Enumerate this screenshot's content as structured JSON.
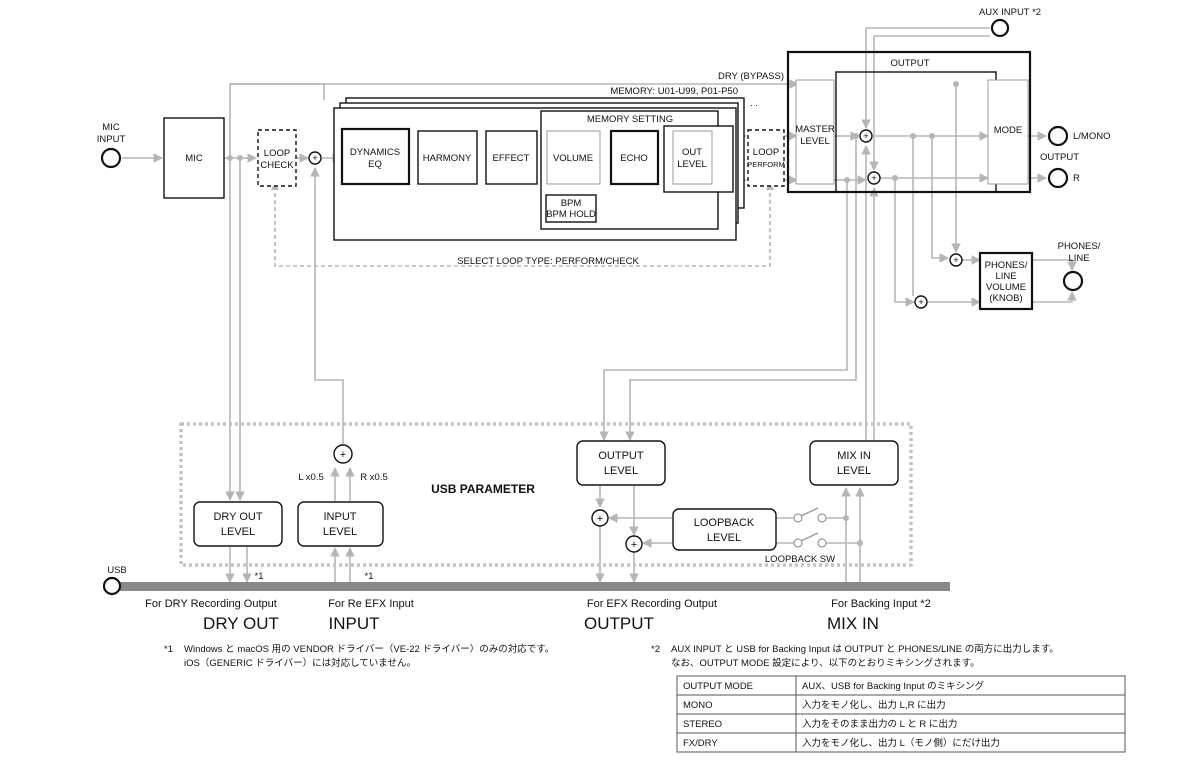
{
  "colors": {
    "signal_line": "#b5b5b5",
    "block_border": "#111111",
    "usb_bar": "#888888"
  },
  "labels": {
    "aux_input": "AUX INPUT *2",
    "output_top": "OUTPUT",
    "dry_bypass": "DRY (BYPASS)",
    "memory": "MEMORY: U01-U99, P01-P50",
    "memory_setting": "MEMORY SETTING",
    "mic_input_1": "MIC",
    "mic_input_2": "INPUT",
    "mic": "MIC",
    "loop_check_1": "LOOP",
    "loop_check_2": "CHECK",
    "dynamics_1": "DYNAMICS",
    "dynamics_2": "EQ",
    "harmony": "HARMONY",
    "effect": "EFFECT",
    "volume": "VOLUME",
    "echo": "ECHO",
    "out_level_1": "OUT",
    "out_level_2": "LEVEL",
    "loop_perform_1": "LOOP",
    "loop_perform_2": "PERFORM",
    "bpm_1": "BPM",
    "bpm_2": "BPM HOLD",
    "master_1": "MASTER",
    "master_2": "LEVEL",
    "mode": "MODE",
    "l_mono": "L/MONO",
    "output_side": "OUTPUT",
    "r": "R",
    "select_loop": "SELECT LOOP TYPE: PERFORM/CHECK",
    "phones_1": "PHONES/",
    "phones_2": "LINE",
    "pvol_1": "PHONES/",
    "pvol_2": "LINE",
    "pvol_3": "VOLUME",
    "pvol_4": "(KNOB)",
    "usb_parameter": "USB PARAMETER",
    "output_level_1": "OUTPUT",
    "output_level_2": "LEVEL",
    "mixin_level_1": "MIX IN",
    "mixin_level_2": "LEVEL",
    "l_x05": "L x0.5",
    "r_x05": "R x0.5",
    "dry_out_1": "DRY OUT",
    "dry_out_2": "LEVEL",
    "input_level_1": "INPUT",
    "input_level_2": "LEVEL",
    "loopback_1": "LOOPBACK",
    "loopback_2": "LEVEL",
    "loopback_sw": "LOOPBACK SW",
    "usb": "USB",
    "note_mark_a": "*1",
    "note_mark_b": "*1",
    "for_dry": "For DRY Recording Output",
    "for_re_efx": "For Re EFX Input",
    "for_efx": "For EFX Recording Output",
    "for_backing": "For Backing Input *2",
    "dry_out_big": "DRY OUT",
    "input_big": "INPUT",
    "output_big": "OUTPUT",
    "mix_in_big": "MIX IN"
  },
  "footnotes": {
    "n1_mark": "*1",
    "n1_line1": "Windows と macOS 用の VENDOR ドライバー（VE-22 ドライバー）のみの対応です。",
    "n1_line2": "iOS（GENERIC ドライバー）には対応していません。",
    "n2_mark": "*2",
    "n2_line1": "AUX INPUT と USB for Backing Input は OUTPUT と PHONES/LINE の両方に出力します。",
    "n2_line2": "なお、OUTPUT MODE 設定により、以下のとおりミキシングされます。"
  },
  "table": {
    "rows": [
      [
        "OUTPUT MODE",
        "AUX、USB for Backing Input のミキシング"
      ],
      [
        "MONO",
        "入力をモノ化し、出力 L,R に出力"
      ],
      [
        "STEREO",
        "入力をそのまま出力の L と R に出力"
      ],
      [
        "FX/DRY",
        "入力をモノ化し、出力 L（モノ側）にだけ出力"
      ]
    ]
  }
}
